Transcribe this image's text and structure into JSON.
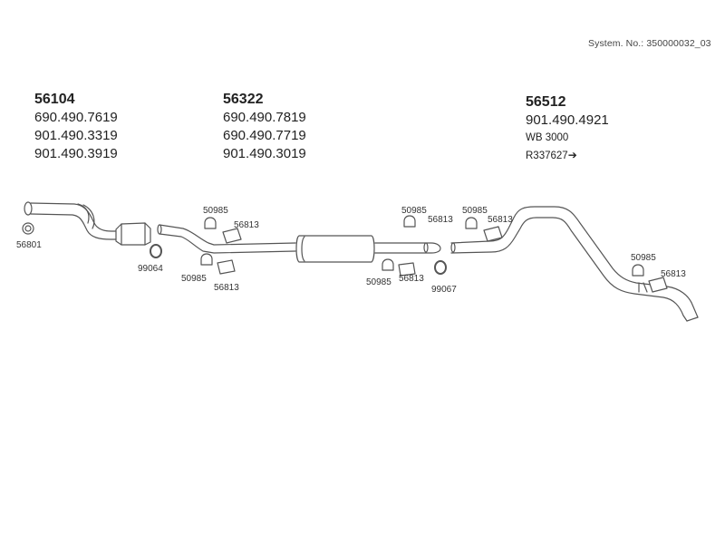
{
  "system_number": "System. No.: 350000032_03",
  "groups": [
    {
      "head": "56104",
      "lines": [
        "690.490.7619",
        "901.490.3319",
        "901.490.3919"
      ]
    },
    {
      "head": "56322",
      "lines": [
        "690.490.7819",
        "690.490.7719",
        "901.490.3019"
      ]
    },
    {
      "head": "56512",
      "lines": [
        "901.490.4921"
      ],
      "sub": [
        "WB 3000",
        "R337627"
      ]
    }
  ],
  "arrow_glyph": "➔",
  "parts": {
    "clamp_front": "56801",
    "clamp_a": "99064",
    "clamp_b": "99067",
    "hanger_1": "50985",
    "bracket_1": "56813",
    "hanger_2": "50985",
    "bracket_2": "56813",
    "hanger_3": "50985",
    "bracket_3": "56813",
    "hanger_4": "50985",
    "bracket_4": "56813",
    "hanger_5": "50985",
    "bracket_5": "56813",
    "hanger_6": "50985",
    "bracket_6": "56813"
  },
  "colors": {
    "line": "#555555",
    "text": "#222222",
    "background": "#ffffff"
  }
}
